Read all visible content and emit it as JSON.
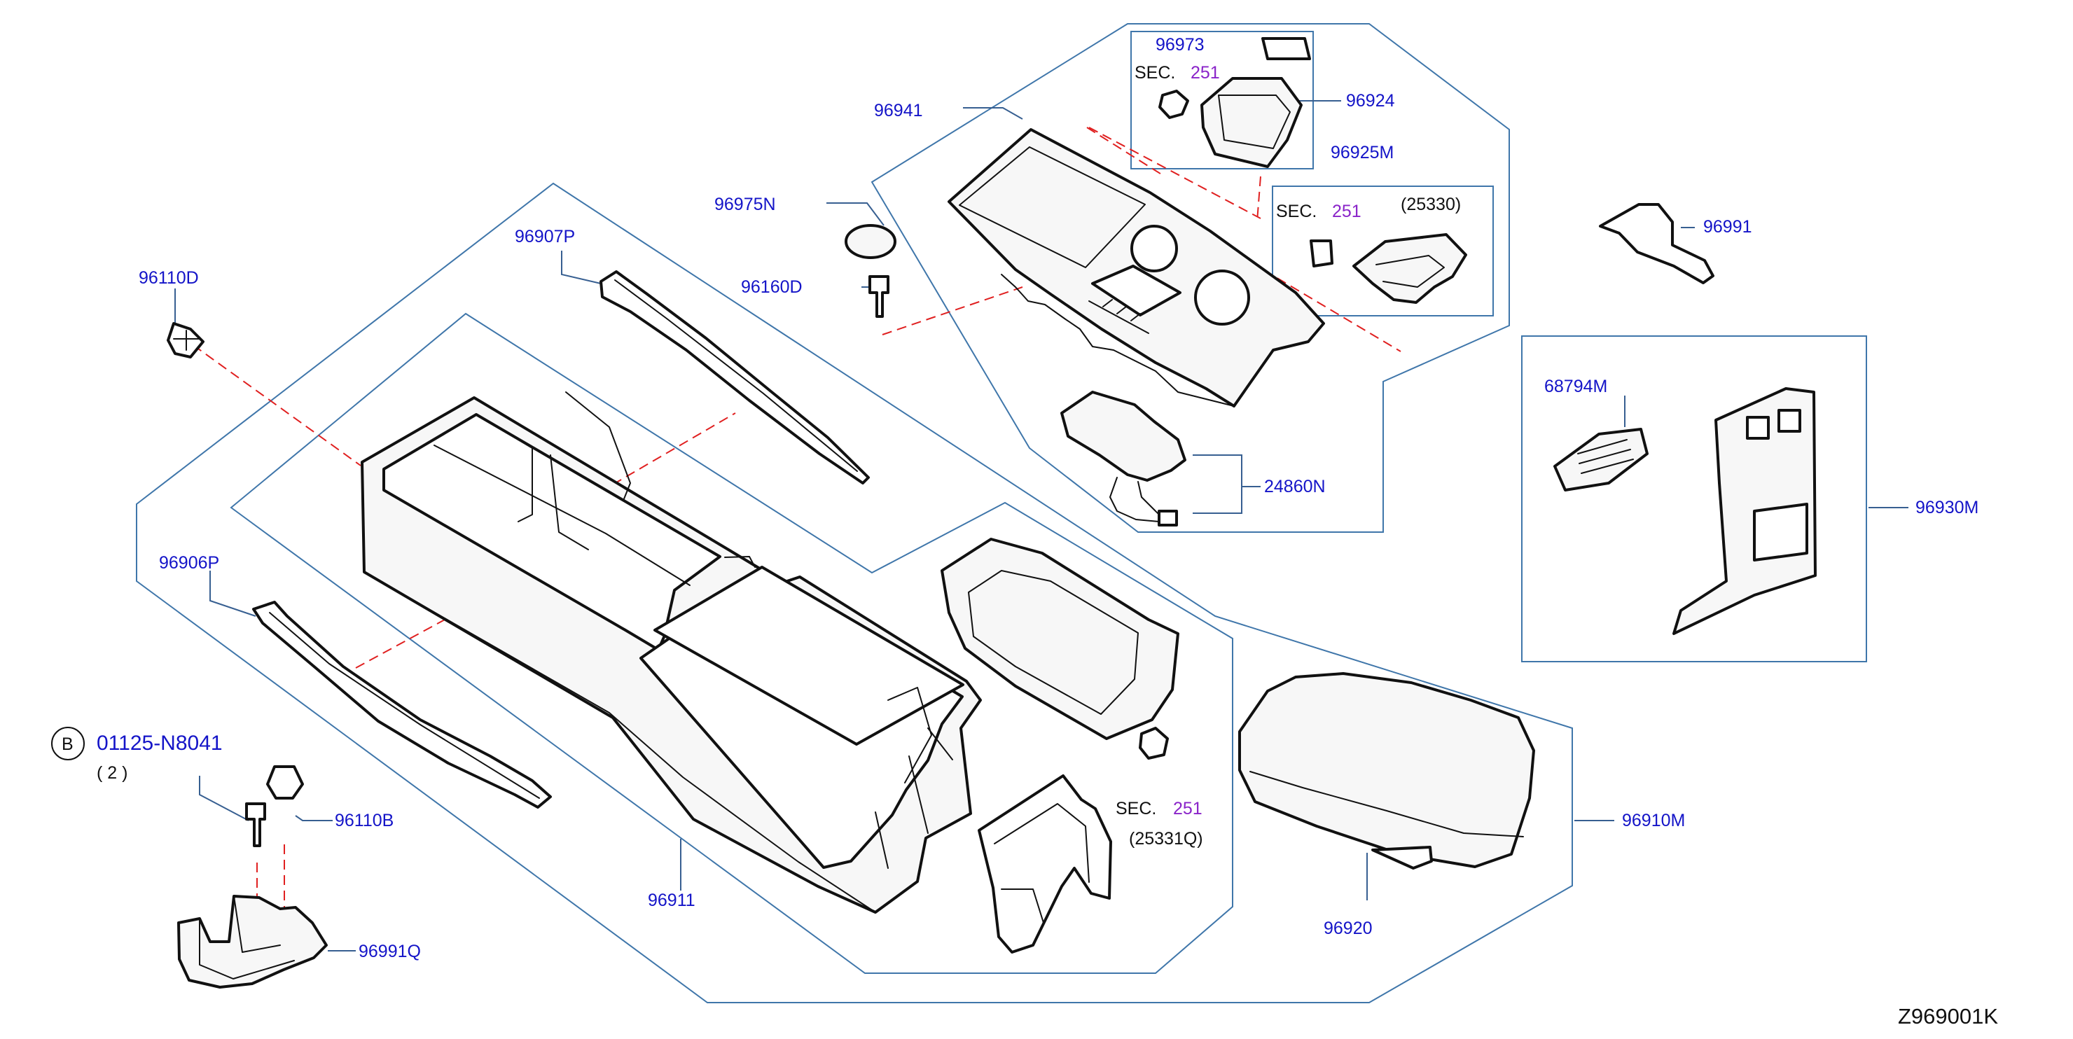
{
  "callouts": {
    "p96973": "96973",
    "p96924": "96924",
    "p96941": "96941",
    "p96925m": "96925M",
    "p25330": "(25330)",
    "p96975n": "96975N",
    "p96160d": "96160D",
    "p96907p": "96907P",
    "p96110d": "96110D",
    "p96991": "96991",
    "p68794m": "68794M",
    "p24860n": "24860N",
    "p96930m": "96930M",
    "p96906p": "96906P",
    "p01125": "01125-N8041",
    "p2": "( 2 )",
    "b_label": "B",
    "p96110b": "96110B",
    "p96911": "96911",
    "p25331q": "(25331Q)",
    "p96910m": "96910M",
    "p96920": "96920",
    "p96991q": "96991Q",
    "sec": "SEC.",
    "sec_num": "251",
    "diagram_code": "Z969001K"
  },
  "colors": {
    "callout_blue": "#1414c8",
    "section_purple": "#8a24c9",
    "boundary_blue": "#3f76aa",
    "dash_red": "#e02020"
  }
}
